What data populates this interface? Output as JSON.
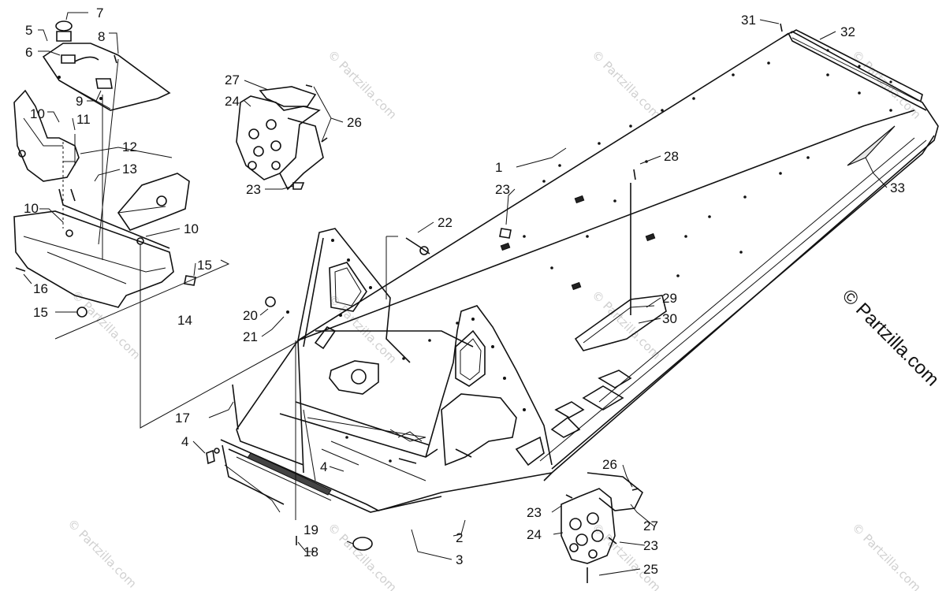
{
  "diagram": {
    "callouts": [
      {
        "id": "c7",
        "text": "7"
      },
      {
        "id": "c5",
        "text": "5"
      },
      {
        "id": "c8",
        "text": "8"
      },
      {
        "id": "c6",
        "text": "6"
      },
      {
        "id": "c9",
        "text": "9"
      },
      {
        "id": "c10a",
        "text": "10"
      },
      {
        "id": "c11",
        "text": "11"
      },
      {
        "id": "c12",
        "text": "12"
      },
      {
        "id": "c13",
        "text": "13"
      },
      {
        "id": "c10b",
        "text": "10"
      },
      {
        "id": "c10c",
        "text": "10"
      },
      {
        "id": "c15a",
        "text": "15"
      },
      {
        "id": "c16",
        "text": "16"
      },
      {
        "id": "c15b",
        "text": "15"
      },
      {
        "id": "c14",
        "text": "14"
      },
      {
        "id": "c27a",
        "text": "27"
      },
      {
        "id": "c24a",
        "text": "24"
      },
      {
        "id": "c26a",
        "text": "26"
      },
      {
        "id": "c23a",
        "text": "23"
      },
      {
        "id": "c1",
        "text": "1"
      },
      {
        "id": "c23b",
        "text": "23"
      },
      {
        "id": "c22",
        "text": "22"
      },
      {
        "id": "c28",
        "text": "28"
      },
      {
        "id": "c31",
        "text": "31"
      },
      {
        "id": "c32",
        "text": "32"
      },
      {
        "id": "c33",
        "text": "33"
      },
      {
        "id": "c29",
        "text": "29"
      },
      {
        "id": "c30",
        "text": "30"
      },
      {
        "id": "c20",
        "text": "20"
      },
      {
        "id": "c21",
        "text": "21"
      },
      {
        "id": "c17",
        "text": "17"
      },
      {
        "id": "c4a",
        "text": "4"
      },
      {
        "id": "c4b",
        "text": "4"
      },
      {
        "id": "c19",
        "text": "19"
      },
      {
        "id": "c18",
        "text": "18"
      },
      {
        "id": "c2",
        "text": "2"
      },
      {
        "id": "c3",
        "text": "3"
      },
      {
        "id": "c26b",
        "text": "26"
      },
      {
        "id": "c23c",
        "text": "23"
      },
      {
        "id": "c24b",
        "text": "24"
      },
      {
        "id": "c27b",
        "text": "27"
      },
      {
        "id": "c23d",
        "text": "23"
      },
      {
        "id": "c25",
        "text": "25"
      }
    ],
    "watermark_text": "© Partzilla.com",
    "side_credit": "© Partzilla.com"
  }
}
